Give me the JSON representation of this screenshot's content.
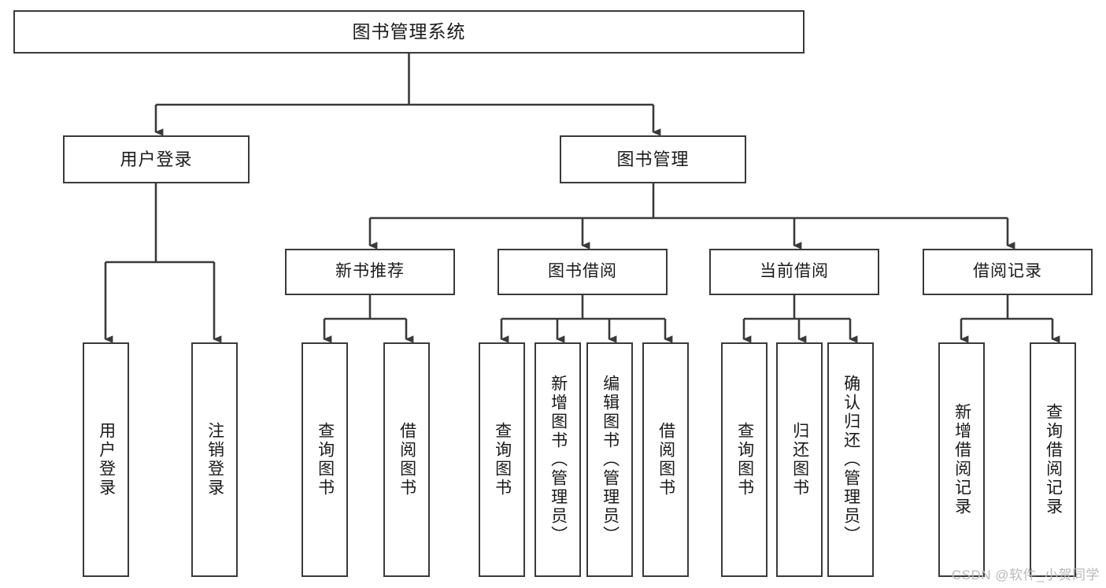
{
  "diagram": {
    "title": "图书管理系统",
    "type": "hierarchy-tree",
    "root": {
      "label": "图书管理系统"
    },
    "level2": [
      {
        "id": "user-login",
        "label": "用户登录"
      },
      {
        "id": "book-management",
        "label": "图书管理"
      }
    ],
    "level3": [
      {
        "id": "new-book-recommend",
        "label": "新书推荐",
        "parent": "book-management"
      },
      {
        "id": "book-borrow",
        "label": "图书借阅",
        "parent": "book-management"
      },
      {
        "id": "current-borrow",
        "label": "当前借阅",
        "parent": "book-management"
      },
      {
        "id": "borrow-record",
        "label": "借阅记录",
        "parent": "book-management"
      }
    ],
    "leaves": [
      {
        "id": "leaf-user-login",
        "label": "用户登录",
        "parent": "user-login"
      },
      {
        "id": "leaf-user-logout",
        "label": "注销登录",
        "parent": "user-login"
      },
      {
        "id": "leaf-query-book-1",
        "label": "查询图书",
        "parent": "new-book-recommend"
      },
      {
        "id": "leaf-borrow-book-1",
        "label": "借阅图书",
        "parent": "new-book-recommend"
      },
      {
        "id": "leaf-query-book-2",
        "label": "查询图书",
        "parent": "book-borrow"
      },
      {
        "id": "leaf-add-book",
        "label": "新增图书（管理员）",
        "parent": "book-borrow"
      },
      {
        "id": "leaf-edit-book",
        "label": "编辑图书（管理员）",
        "parent": "book-borrow"
      },
      {
        "id": "leaf-borrow-book-2",
        "label": "借阅图书",
        "parent": "book-borrow"
      },
      {
        "id": "leaf-query-book-3",
        "label": "查询图书",
        "parent": "current-borrow"
      },
      {
        "id": "leaf-return-book",
        "label": "归还图书",
        "parent": "current-borrow"
      },
      {
        "id": "leaf-confirm-return",
        "label": "确认归还（管理员）",
        "parent": "current-borrow"
      },
      {
        "id": "leaf-add-record",
        "label": "新增借阅记录",
        "parent": "borrow-record"
      },
      {
        "id": "leaf-query-record",
        "label": "查询借阅记录",
        "parent": "borrow-record"
      }
    ],
    "watermark": "CSDN @软件_小贺同学",
    "colors": {
      "stroke": "#3a3a3a",
      "fill": "#ffffff",
      "text": "#1a1a1a",
      "watermark": "#b9b9b9"
    }
  }
}
